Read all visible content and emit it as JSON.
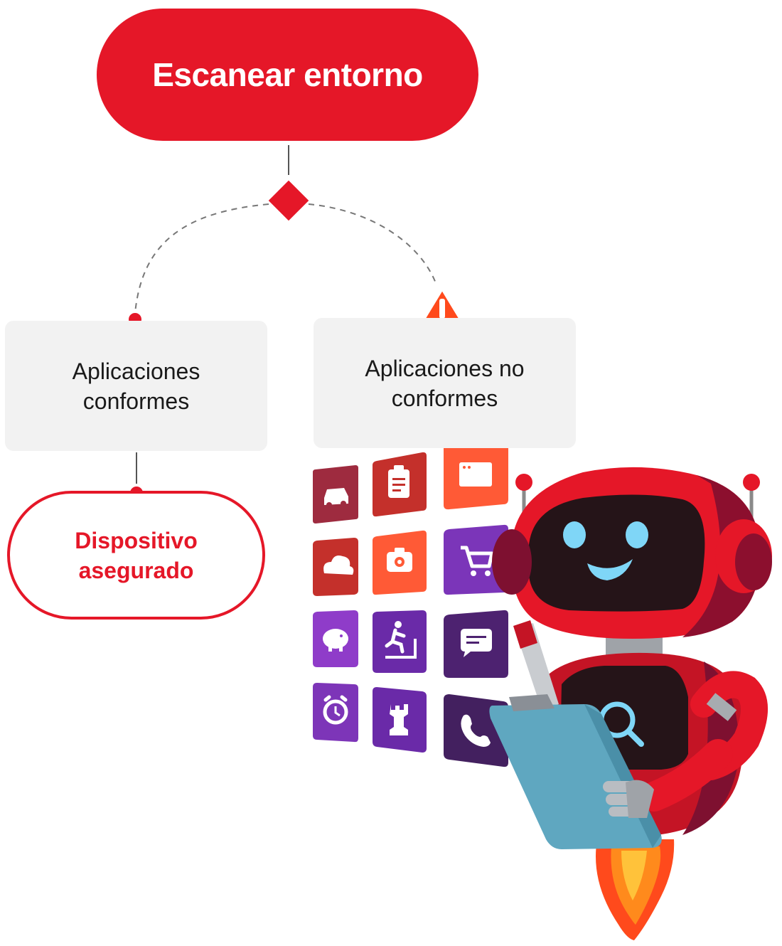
{
  "diagram": {
    "start_node": {
      "label": "Escanear entorno"
    },
    "branches": [
      {
        "label_line1": "Aplicaciones",
        "label_line2": "conformes"
      },
      {
        "label_line1": "Aplicaciones no",
        "label_line2": "conformes",
        "badge_icon": "warning-icon"
      }
    ],
    "end_node": {
      "label_line1": "Dispositivo",
      "label_line2": "asegurado"
    }
  },
  "app_icons": [
    {
      "icon": "car-icon",
      "color": "#9e2b3f"
    },
    {
      "icon": "clipboard-icon",
      "color": "#c4302b"
    },
    {
      "icon": "browser-window-icon",
      "color": "#ff5a36"
    },
    {
      "icon": "cloud-icon",
      "color": "#c4302b"
    },
    {
      "icon": "camera-icon",
      "color": "#ff5a36"
    },
    {
      "icon": "shopping-cart-icon",
      "color": "#7b35b9"
    },
    {
      "icon": "piggy-bank-icon",
      "color": "#8f3cc9"
    },
    {
      "icon": "treadmill-icon",
      "color": "#6a2aa8"
    },
    {
      "icon": "chat-icon",
      "color": "#4d2270"
    },
    {
      "icon": "alarm-clock-icon",
      "color": "#7d35b8"
    },
    {
      "icon": "chess-rook-icon",
      "color": "#6a2aa8"
    },
    {
      "icon": "phone-icon",
      "color": "#43205f"
    }
  ],
  "colors": {
    "brand_red": "#e51728",
    "box_bg": "#f2f2f2",
    "warning_orange": "#ff4a1c",
    "robot_face": "#251418",
    "robot_eyes": "#7fd6f7",
    "clipboard": "#5fa7c0"
  }
}
